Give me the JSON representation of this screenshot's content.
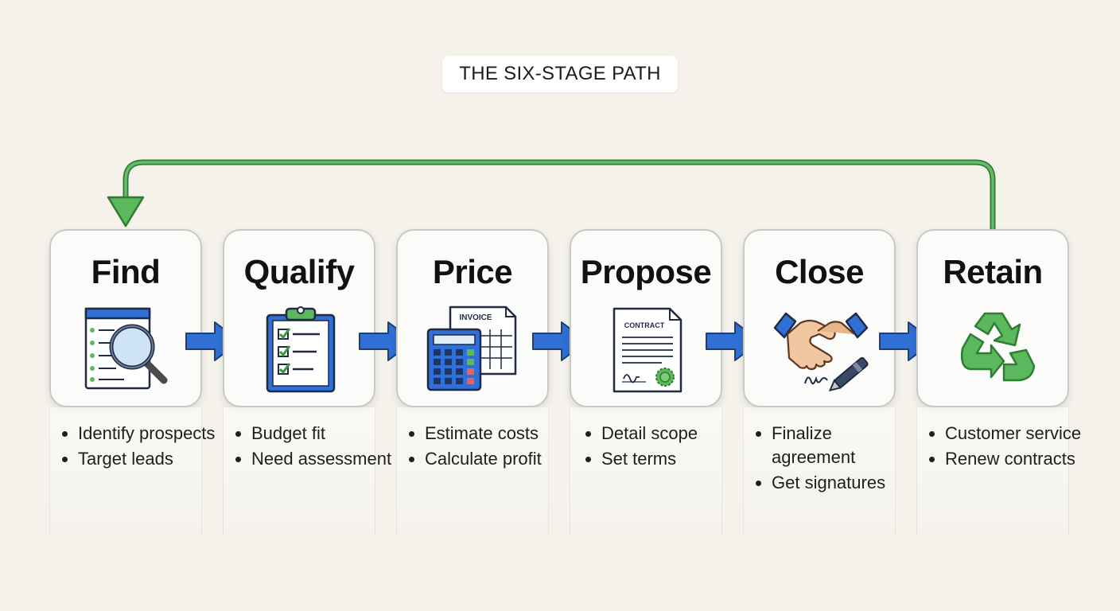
{
  "title": "THE SIX-STAGE PATH",
  "colors": {
    "accent_blue": "#2f6fd6",
    "loop_green": "#4caf50",
    "card_border": "#c9c9c4"
  },
  "stages": [
    {
      "name": "Find",
      "icon": "magnifier-list-icon",
      "bullets": [
        "Identify prospects",
        "Target leads"
      ]
    },
    {
      "name": "Qualify",
      "icon": "clipboard-checklist-icon",
      "bullets": [
        "Budget fit",
        "Need assessment"
      ]
    },
    {
      "name": "Price",
      "icon": "calculator-invoice-icon",
      "icon_text": "INVOICE",
      "bullets": [
        "Estimate costs",
        "Calculate profit"
      ]
    },
    {
      "name": "Propose",
      "icon": "contract-document-icon",
      "icon_text": "CONTRACT",
      "bullets": [
        "Detail scope",
        "Set terms"
      ]
    },
    {
      "name": "Close",
      "icon": "handshake-pen-icon",
      "bullets": [
        "Finalize agreement",
        "Get signatures"
      ]
    },
    {
      "name": "Retain",
      "icon": "recycle-icon",
      "bullets": [
        "Customer service",
        "Renew contracts"
      ]
    }
  ]
}
